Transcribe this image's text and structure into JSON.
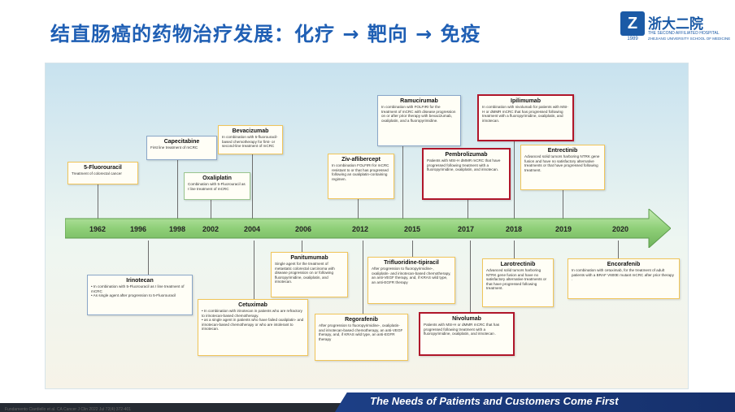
{
  "title": "结直肠癌的药物治疗发展：化疗 → 靶向 → 免疫",
  "logo": {
    "mark": "Z",
    "year": "1989",
    "name": "浙大二院",
    "sub1": "THE SECOND AFFILIATED HOSPITAL",
    "sub2": "ZHEJIANG UNIVERSITY SCHOOL OF MEDICINE"
  },
  "colors": {
    "title": "#1f5fb4",
    "arrow": "#8fcf78",
    "highlight": "#b0162a",
    "banner": "#1c3f86"
  },
  "years": [
    "1962",
    "1996",
    "1998",
    "2002",
    "2004",
    "2006",
    "2012",
    "2015",
    "2017",
    "2018",
    "2019",
    "2020"
  ],
  "drugs": {
    "fluorouracil": {
      "name": "5-Fluorouracil",
      "desc": "Treatment of colorectal cancer"
    },
    "capecitabine": {
      "name": "Capecitabine",
      "desc": "First line treatment of mCRC"
    },
    "oxaliplatin": {
      "name": "Oxaliplatin",
      "desc": "Combination with 5-Fluorouracil as I line treatment of mCRC"
    },
    "bevacizumab": {
      "name": "Bevacizumab",
      "desc": "In combination with 5-fluorouracil-based chemotherapy for first- or second-line treatment of mCRC"
    },
    "ziv": {
      "name": "Ziv-aflibercept",
      "desc": "In combination FOLFIRI for mCRC resistant to or that has progressed following an oxaliplatin-containing regimen."
    },
    "ramucirumab": {
      "name": "Ramucirumab",
      "desc": "In combination with FOLFIRI for the treatment of mCRC with disease progression on or after prior therapy with bevacizumab, oxaliplatin, and a fluoropyrimidine."
    },
    "pembrolizumab": {
      "name": "Pembrolizumab",
      "desc": "Patients with MSI-H dMMR mCRC that have progressed following treatment with a fluoropyrimidine, oxaliplatin, and irinotecan."
    },
    "ipilimumab": {
      "name": "Ipilimumab",
      "desc": "In combination with nivolumab for patients with MSI-H or dMMR mCRC that has progressed following treatment with a fluoropyrimidine, oxaliplatin, and irinotecan."
    },
    "entrectinib": {
      "name": "Entrectinib",
      "desc": "Advanced solid tumors harboring NTRK gene fusion and have no satisfactory alternative treatments or that have progressed following treatment."
    },
    "irinotecan": {
      "name": "Irinotecan",
      "desc1": "In combination with 5-Fluorouracil as I line treatment of mCRC",
      "desc2": "As single agent after progression to 5-Fluorouracil"
    },
    "cetuximab": {
      "name": "Cetuximab",
      "desc1": "In combination with irinotecan in patients who are refractory to irinotecan-based chemotherapy.",
      "desc2": "as a single agent in patients who have failed oxaliplatin- and irinotecan-based chemotherapy or who are intolerant to irinotecan."
    },
    "panitumumab": {
      "name": "Panitumumab",
      "desc": "Single agent for the treatment of metastatic colorectal carcinoma with disease progression on or following fluoropyrimidine, oxaliplatin, and irinotecan."
    },
    "trifluridine": {
      "name": "Trifluoridine-tipiracil",
      "desc": "After progression to fluoropyrimidine-, oxaliplatin- and irinotecan-based chemotherapy, an anti-VEGF therapy, and, if KRAS wild type, an anti-EGFR therapy"
    },
    "regorafenib": {
      "name": "Regorafenib",
      "desc": "After progression to fluoropyrimidine-, oxaliplatin- and irinotecan-based chemotherapy, an anti-VEGF therapy, and, if KRAS wild type, an anti-EGFR therapy"
    },
    "nivolumab": {
      "name": "Nivolumab",
      "desc": "Patients with MSI-H or dMMR mCRC that has progressed following treatment with a fluoropyrimidine, oxaliplatin, and irinotecan ."
    },
    "larotrectinib": {
      "name": "Larotrectinib",
      "desc": "Advanced solid tumors harboring NTRK gene fusion and have no satisfactory alternative treatments or that have progressed following treatment."
    },
    "encorafenib": {
      "name": "Encorafenib",
      "desc": "In combination with cetuximab, for the treatment of adult patients with a BRAF V600E mutant mCRC after prior therapy ."
    }
  },
  "banner": "The Needs of Patients and Customers Come First",
  "citation": "Fundamento Ciardiello et al. CA Cancer J Clin 2022 Jul 72(4):372-401"
}
